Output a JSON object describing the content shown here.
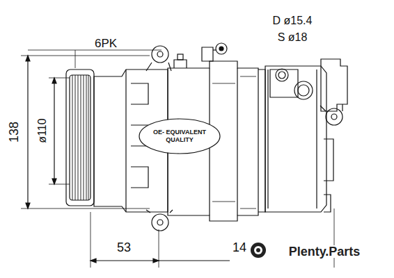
{
  "diagram": {
    "nodes": [
      {
        "text": [
          "OE- EQUIVALENT QUALITY"
        ]
      }
    ],
    "labels": [
      "6PK",
      "D ø15.4",
      "S ø18",
      "138",
      "ø110",
      "53",
      "14",
      "Plenty.Parts"
    ]
  }
}
